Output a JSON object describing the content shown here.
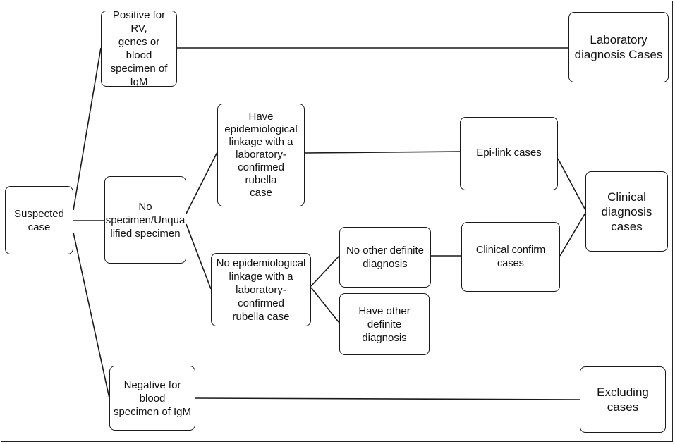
{
  "nodes": {
    "suspected": "Suspected\ncase",
    "positive": "Positive for RV,\ngenes or blood\nspecimen of\nIgM",
    "no_specimen": "No\nspecimen/Unqua\nlified specimen",
    "negative": "Negative for blood\nspecimen of IgM",
    "have_epi": "Have\nepidemiological\nlinkage with  a\nlaboratory-\nconfirmed rubella\ncase",
    "no_epi": "No epidemiological\nlinkage with  a\nlaboratory-confirmed\nrubella case",
    "no_other": "No other definite\ndiagnosis",
    "have_other": "Have other definite\ndiagnosis",
    "epi_link": "Epi-link cases",
    "clinical_confirm": "Clinical confirm cases",
    "lab_diagnosis": "Laboratory\ndiagnosis Cases",
    "clinical_diagnosis": "Clinical\ndiagnosis cases",
    "excluding": "Excluding cases"
  }
}
